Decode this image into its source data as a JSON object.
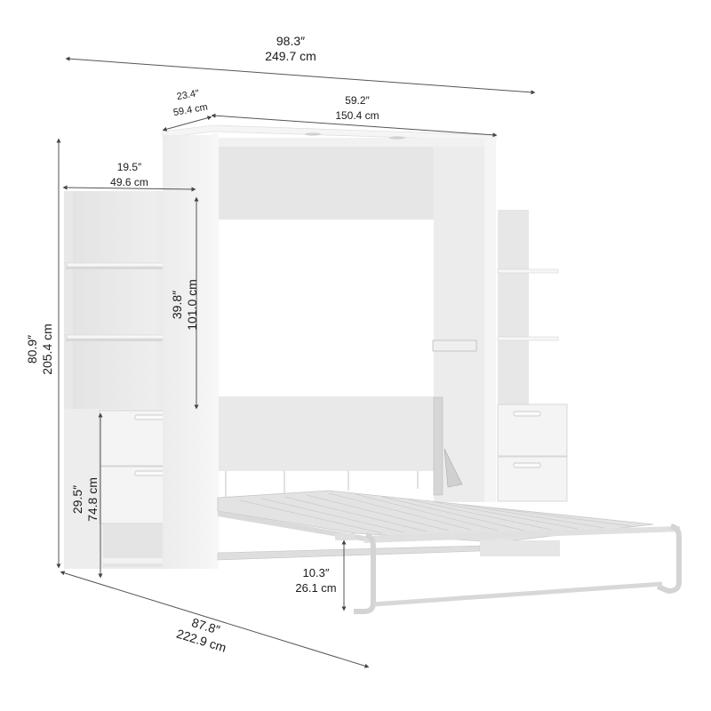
{
  "diagram": {
    "subject": "Murphy wall bed with two side storage towers",
    "colors": {
      "panel_light": "#f2f2f2",
      "panel_mid": "#e6e6e6",
      "panel_shadow": "#d4d4d4",
      "frame_metal": "#dcdcdc",
      "dimension_line": "#555555",
      "text": "#1a1a1a"
    },
    "dimensions": {
      "overall_width": {
        "inches": "98.3″",
        "cm": "249.7 cm"
      },
      "cabinet_depth": {
        "inches": "23.4″",
        "cm": "59.4 cm"
      },
      "bed_cabinet_width": {
        "inches": "59.2″",
        "cm": "150.4 cm"
      },
      "tower_width": {
        "inches": "19.5″",
        "cm": "49.6 cm"
      },
      "overall_height": {
        "inches": "80.9″",
        "cm": "205.4 cm"
      },
      "shelf_section_height": {
        "inches": "39.8″",
        "cm": "101.0 cm"
      },
      "drawer_section_height": {
        "inches": "29.5″",
        "cm": "74.8 cm"
      },
      "bed_clearance_height": {
        "inches": "10.3″",
        "cm": "26.1 cm"
      },
      "overall_depth_open": {
        "inches": "87.8″",
        "cm": "222.9 cm"
      }
    }
  }
}
